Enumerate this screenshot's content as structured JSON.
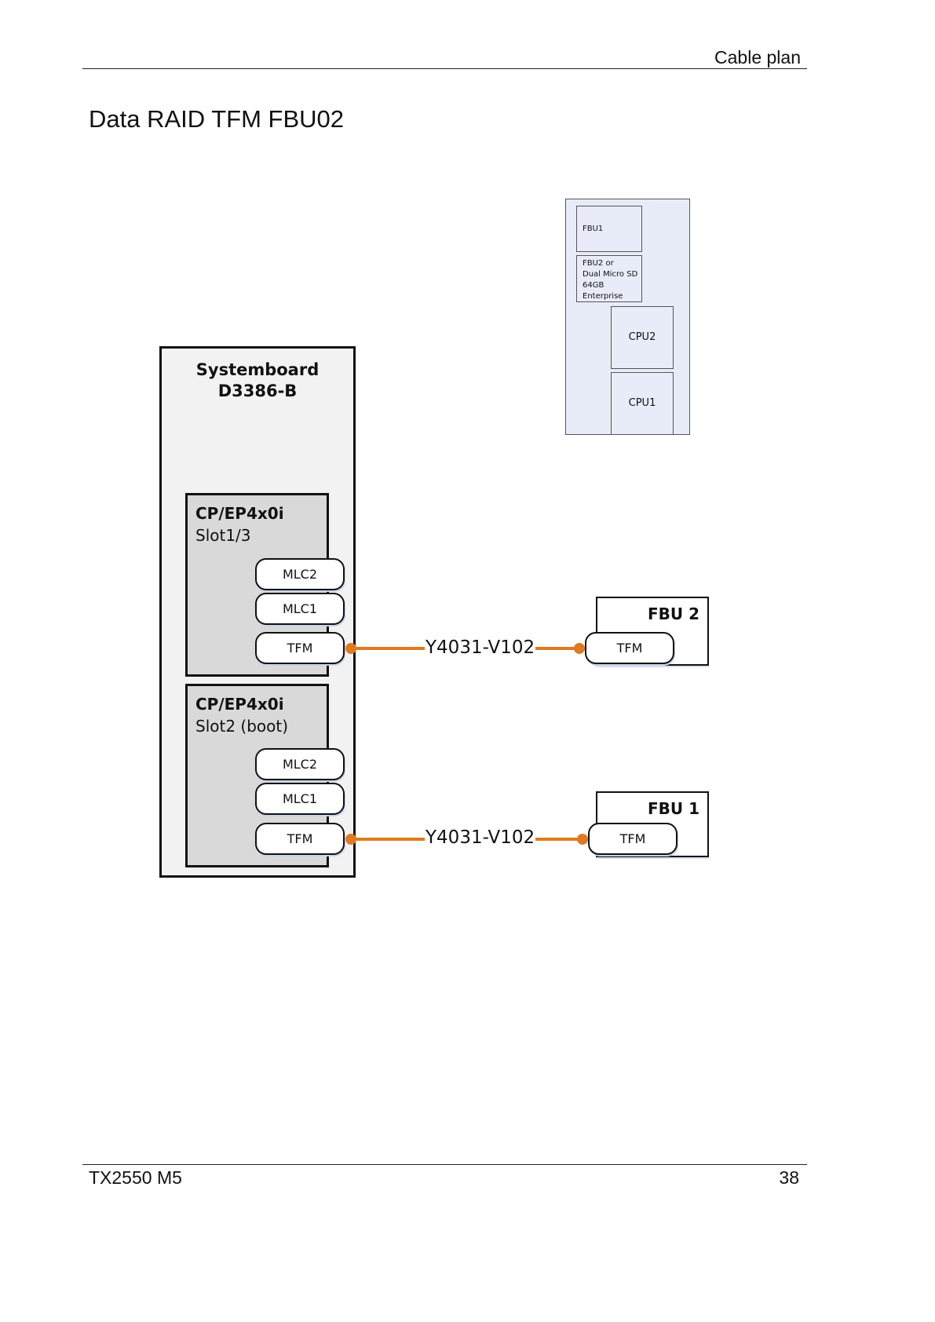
{
  "header": {
    "section": "Cable plan"
  },
  "page_title": "Data RAID TFM FBU02",
  "diagram": {
    "systemboard": {
      "line1": "Systemboard",
      "line2": "D3386-B"
    },
    "cards": [
      {
        "title": "CP/EP4x0i",
        "slot": "Slot1/3",
        "ports": [
          "MLC2",
          "MLC1",
          "TFM"
        ]
      },
      {
        "title": "CP/EP4x0i",
        "slot": "Slot2 (boot)",
        "ports": [
          "MLC2",
          "MLC1",
          "TFM"
        ]
      }
    ],
    "fbus": [
      {
        "title": "FBU 2",
        "port": "TFM"
      },
      {
        "title": "FBU 1",
        "port": "TFM"
      }
    ],
    "cables": [
      {
        "label": "Y4031-V102",
        "color": "#e07a1f"
      },
      {
        "label": "Y4031-V102",
        "color": "#e07a1f"
      }
    ],
    "board_overview": {
      "fbu1": "FBU1",
      "fbu2_lines": [
        "FBU2 or",
        "Dual Micro SD",
        "64GB",
        "Enterprise"
      ],
      "cpu2": "CPU2",
      "cpu1": "CPU1"
    }
  },
  "footer": {
    "model": "TX2550 M5",
    "page_number": "38"
  }
}
